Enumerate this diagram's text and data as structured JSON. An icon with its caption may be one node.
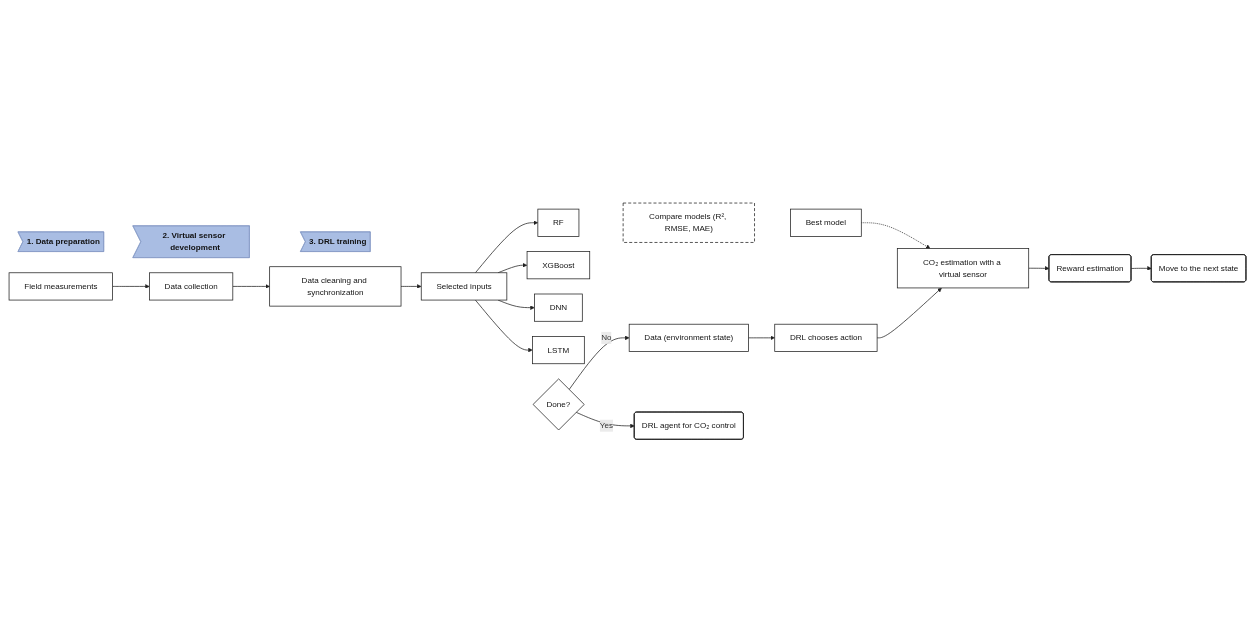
{
  "diagram": {
    "nodes": [
      {
        "text": [
          "1. Data preparation"
        ]
      },
      {
        "text": [
          "2. Virtual sensor development"
        ]
      },
      {
        "text": [
          "3. DRL training"
        ]
      },
      {
        "text": [
          "Field measurements"
        ]
      },
      {
        "text": [
          "Data collection"
        ]
      },
      {
        "text": [
          "Data cleaning and synchronization"
        ]
      },
      {
        "text": [
          "Selected inputs"
        ]
      },
      {
        "text": [
          "RF"
        ]
      },
      {
        "text": [
          "XGBoost"
        ]
      },
      {
        "text": [
          "DNN"
        ]
      },
      {
        "text": [
          "LSTM"
        ]
      },
      {
        "text": [
          "Compare models (R², RMSE, MAE)"
        ]
      },
      {
        "text": [
          "Best model"
        ]
      },
      {
        "text": [
          "Data (environment state)"
        ]
      },
      {
        "text": [
          "DRL chooses action"
        ]
      },
      {
        "text": [
          "CO₂ estimation with a virtual sensor"
        ]
      },
      {
        "text": [
          "Move to the next state"
        ]
      },
      {
        "text": [
          "Reward estimation"
        ]
      },
      {
        "text": [
          "Done?"
        ]
      },
      {
        "text": [
          "DRL agent for CO₂ control"
        ]
      }
    ],
    "edges": [
      {
        "from": 3,
        "to": 4,
        "arrow": "to"
      },
      {
        "from": 4,
        "to": 5,
        "arrow": "to"
      },
      {
        "from": 5,
        "to": 6,
        "arrow": "to"
      },
      {
        "from": 6,
        "to": 7,
        "arrow": "to"
      },
      {
        "from": 6,
        "to": 8,
        "arrow": "to"
      },
      {
        "from": 6,
        "to": 9,
        "arrow": "to"
      },
      {
        "from": 6,
        "to": 10,
        "arrow": "to"
      },
      {
        "from": 12,
        "to": 15,
        "arrow": "to",
        "style": "dashed"
      },
      {
        "from": 13,
        "to": 14,
        "arrow": "to"
      },
      {
        "from": 14,
        "to": 15,
        "arrow": "to"
      },
      {
        "from": 15,
        "to": 17,
        "arrow": "to"
      },
      {
        "from": 17,
        "to": 16,
        "arrow": "to"
      },
      {
        "from": 18,
        "to": 13,
        "arrow": "to",
        "label": "No"
      },
      {
        "from": 18,
        "to": 19,
        "arrow": "to",
        "label": "Yes"
      }
    ]
  }
}
